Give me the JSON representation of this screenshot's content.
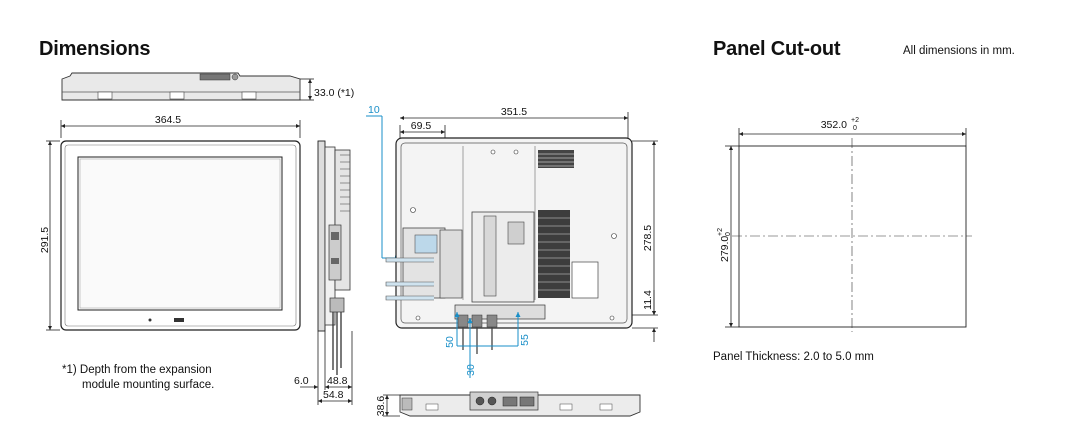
{
  "headings": {
    "dimensions": "Dimensions",
    "panel_cutout": "Panel Cut-out",
    "units_note": "All dimensions in mm."
  },
  "footnote": {
    "line1": "*1) Depth from the expansion",
    "line2": "module mounting surface."
  },
  "panel_thickness": "Panel Thickness: 2.0 to 5.0 mm",
  "dimensions": {
    "depth_note": "33.0 (*1)",
    "front_width": "364.5",
    "front_height": "291.5",
    "rear_width": "351.5",
    "rear_offset": "69.5",
    "rear_blue_offset": "10",
    "rear_height": "278.5",
    "rear_bottom": "11.4",
    "conn_50": "50",
    "conn_30": "30",
    "conn_55": "55",
    "side_6": "6.0",
    "side_48": "48.8",
    "side_54": "54.8",
    "bottom_depth": "38.6",
    "cutout_width": "352.0",
    "cutout_width_tol_top": "+2",
    "cutout_width_tol_bottom": "0",
    "cutout_height": "279.0",
    "cutout_height_tol_top": "+2",
    "cutout_height_tol_bottom": "0"
  }
}
